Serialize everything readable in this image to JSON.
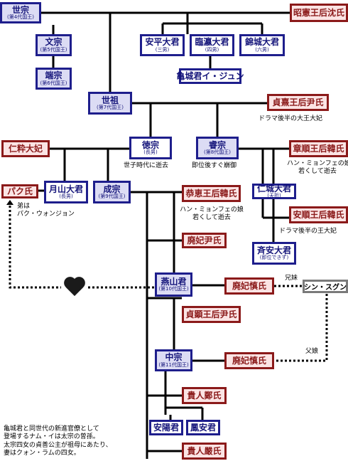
{
  "people": {
    "sejong": {
      "name": "世宗",
      "sub": "(第4代国王)"
    },
    "soheon": {
      "name": "昭憲王后沈氏"
    },
    "munjong": {
      "name": "文宗",
      "sub": "(第5代国王)"
    },
    "anpyeong": {
      "name": "安平大君",
      "sub": "(三男)"
    },
    "imyeong": {
      "name": "臨瀛大君",
      "sub": "(四男)"
    },
    "geumseong": {
      "name": "錦城大君",
      "sub": "(六男)"
    },
    "danjong": {
      "name": "端宗",
      "sub": "(第6代国王)"
    },
    "gwiseong": {
      "name": "亀城君イ・ジュン"
    },
    "sejo": {
      "name": "世祖",
      "sub": "(第7代国王)"
    },
    "jeonghui": {
      "name": "貞熹王后尹氏"
    },
    "insu": {
      "name": "仁粋大妃"
    },
    "deokjong": {
      "name": "徳宗",
      "sub": "(長男)"
    },
    "yejong": {
      "name": "睿宗",
      "sub": "(第8代国王)"
    },
    "jangsun": {
      "name": "章順王后韓氏"
    },
    "park": {
      "name": "パク氏"
    },
    "wolsan": {
      "name": "月山大君",
      "sub": "(長男)"
    },
    "seongjong": {
      "name": "成宗",
      "sub": "(第9代国王)"
    },
    "inseong": {
      "name": "仁城大君",
      "sub": "(夭折)"
    },
    "gonghye": {
      "name": "恭恵王后韓氏"
    },
    "ansun": {
      "name": "安順王后韓氏"
    },
    "jean": {
      "name": "斉安大君",
      "sub": "(即位できず)"
    },
    "pyebi_yun": {
      "name": "廃妃尹氏"
    },
    "yeonsan": {
      "name": "燕山君",
      "sub": "(第10代国王)"
    },
    "pyebi_shin1": {
      "name": "廃妃慎氏"
    },
    "shin": {
      "name": "シン・スグン"
    },
    "jeonghyeon": {
      "name": "貞顕王后尹氏"
    },
    "jungjong": {
      "name": "中宗",
      "sub": "(第11代国王)"
    },
    "pyebi_shin2": {
      "name": "廃妃慎氏"
    },
    "jeong": {
      "name": "貴人鄭氏"
    },
    "anyang": {
      "name": "安陽君"
    },
    "bongan": {
      "name": "鳳安君"
    },
    "eom": {
      "name": "貴人嚴氏"
    }
  },
  "notes": {
    "jeonghui": "ドラマ後半の大王大妃",
    "deokjong": "世子時代に逝去",
    "yejong": "即位後すぐ崩御",
    "jangsun_1": "ハン・ミョンフェの娘",
    "jangsun_2": "若くして逝去",
    "park_1": "弟は",
    "park_2": "パク・ウォンジョン",
    "gonghye_1": "ハン・ミョンフェの娘",
    "gonghye_2": "若くして逝去",
    "ansun": "ドラマ後半の王大妃",
    "siblings": "兄妹",
    "father_daughter": "父娘",
    "bottom_1": "亀城君と同世代の新進官僚として",
    "bottom_2": "登場するナム・イは太宗の曽孫。",
    "bottom_3": "太宗四女の貞善公主が祖母にあたり、",
    "bottom_4": "妻はクォン・ラムの四女。"
  },
  "colors": {
    "king": "#1e1e8c",
    "king_fill": "#dcdcf4",
    "queen": "#8b1a1a",
    "queen_fill": "#fbe4e4"
  }
}
